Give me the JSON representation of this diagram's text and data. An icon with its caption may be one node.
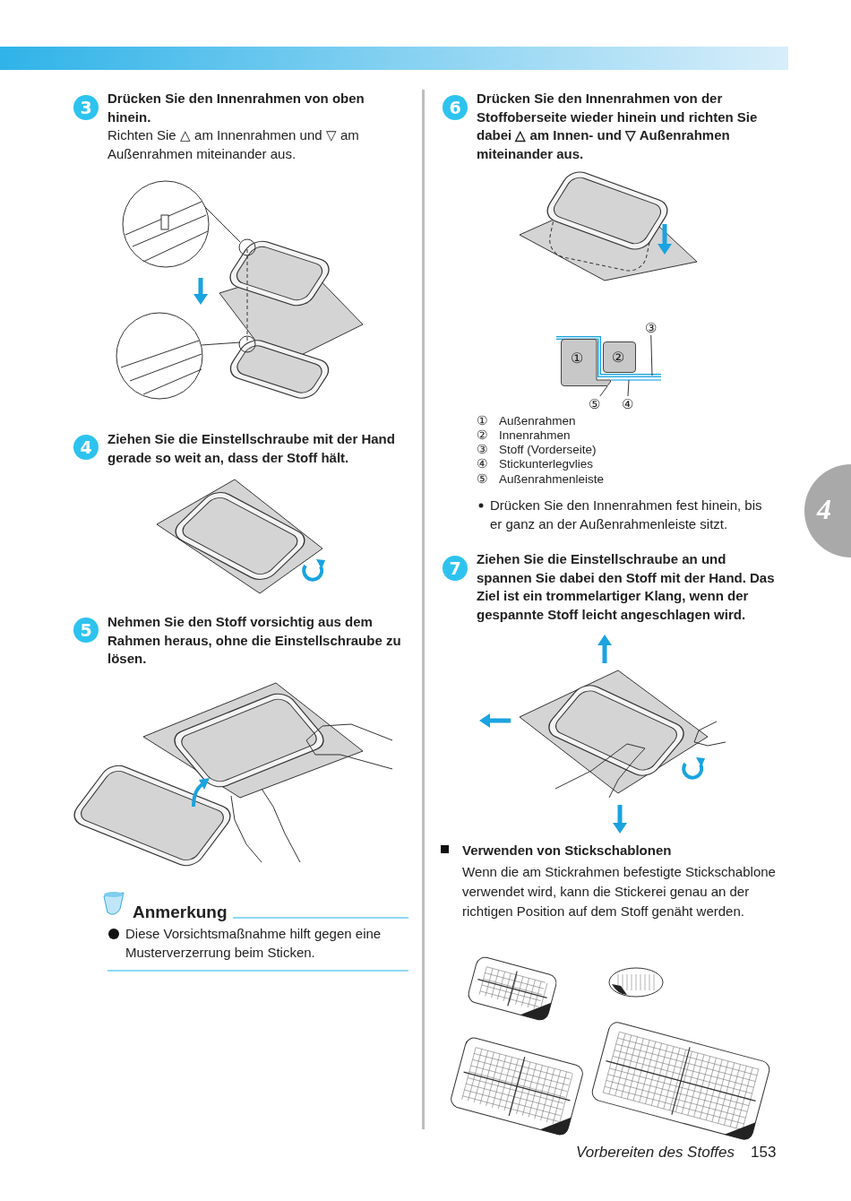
{
  "diagram": {
    "nodes": [
      {
        "text": [
          "3"
        ],
        "beside": [
          "Drücken Sie den Innenrahmen von oben hinein.",
          "Richten Sie △ am Innenrahmen und ▽ am Außenrahmen miteinander aus."
        ]
      },
      {
        "text": [
          "4"
        ],
        "beside": [
          "Ziehen Sie die Einstellschraube mit der Hand gerade so weit an, dass der Stoff hält."
        ]
      },
      {
        "text": [
          "5"
        ],
        "beside": [
          "Nehmen Sie den Stoff vorsichtig aus dem Rahmen heraus, ohne die Einstellschraube zu lösen."
        ]
      },
      {
        "text": [
          "6"
        ],
        "beside": [
          "Drücken Sie den Innenrahmen von der Stoffoberseite wieder hinein und richten Sie dabei △ am Innen- und ▽ Außenrahmen miteinander aus."
        ]
      },
      {
        "text": [
          "7"
        ],
        "beside": [
          "Ziehen Sie die Einstellschraube an und spannen Sie dabei den Stoff mit der Hand. Das Ziel ist ein trommelartiger Klang, wenn der gespannte Stoff leicht angeschlagen wird."
        ]
      },
      {
        "text": [
          "4"
        ]
      },
      {
        "text": [
          "①"
        ]
      },
      {
        "text": [
          "②"
        ]
      },
      {
        "text": [
          "③"
        ]
      },
      {
        "text": [
          "④"
        ]
      },
      {
        "text": [
          "⑤"
        ]
      }
    ],
    "edges": [
      {
        "from": 8,
        "to": null,
        "arrow": "none"
      },
      {
        "from": 9,
        "to": null,
        "arrow": "none"
      },
      {
        "from": 10,
        "to": 6,
        "arrow": "none"
      }
    ],
    "labels": [
      "Anmerkung",
      "Diese Vorsichtsmaßnahme hilft gegen eine Musterverzerrung beim Sticken.",
      "①",
      "Außenrahmen",
      "②",
      "Innenrahmen",
      "③",
      "Stoff (Vorderseite)",
      "④",
      "Stickunterlegvlies",
      "⑤",
      "Außenrahmenleiste",
      "Drücken Sie den Innenrahmen fest hinein, bis er ganz an der Außenrahmenleiste sitzt.",
      "Verwenden von Stickschablonen",
      "Wenn die am Stickrahmen befestigte Stickschablone verwendet wird, kann die Stickerei genau an der richtigen Position auf dem Stoff genäht werden.",
      "Vorbereiten des Stoffes",
      "153"
    ]
  }
}
